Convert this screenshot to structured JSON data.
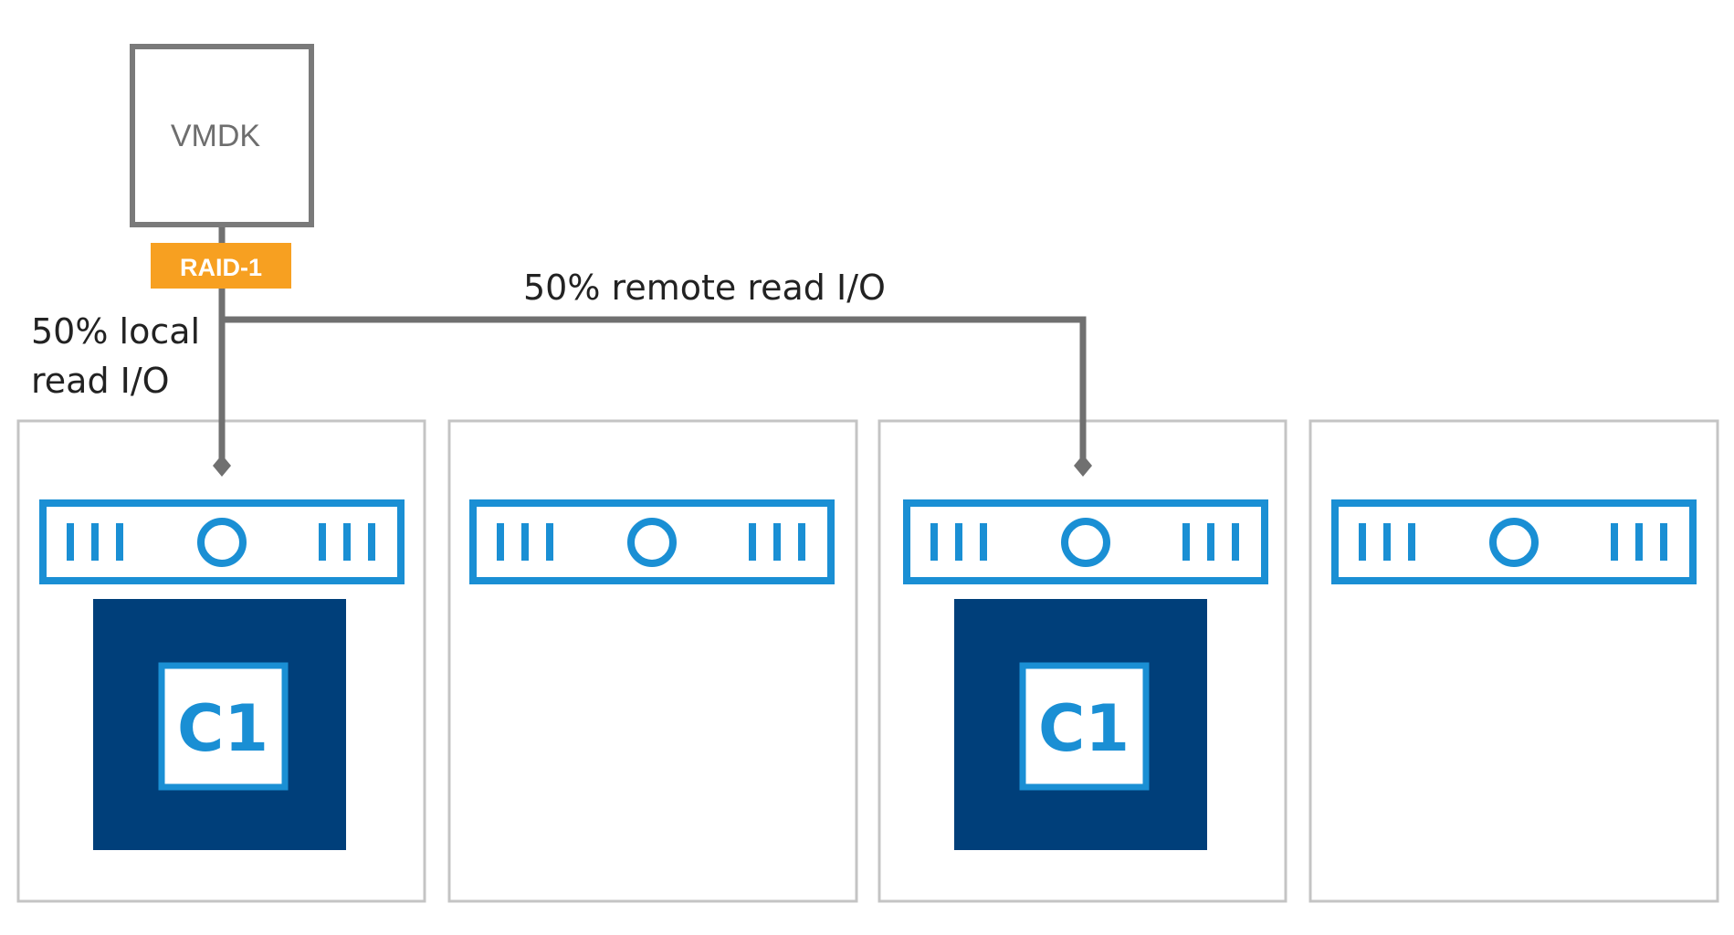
{
  "vmdk": {
    "label": "VMDK"
  },
  "raid": {
    "label": "RAID-1"
  },
  "local_io": {
    "line1": "50% local",
    "line2": "read I/O"
  },
  "remote_io": {
    "label": "50% remote read I/O"
  },
  "hosts": [
    {
      "disk": {
        "left_bars": "III",
        "right_bars": "III"
      },
      "component": "C1"
    },
    {
      "disk": {
        "left_bars": "III",
        "right_bars": "III"
      },
      "component": ""
    },
    {
      "disk": {
        "left_bars": "III",
        "right_bars": "III"
      },
      "component": "C1"
    },
    {
      "disk": {
        "left_bars": "III",
        "right_bars": "III"
      },
      "component": ""
    }
  ],
  "colors": {
    "line": "#707070",
    "host_border": "#c4c4c4",
    "vmdk_border": "#7a7a7a",
    "vmdk_text": "#6e6e6e",
    "raid_bg": "#f7a021",
    "raid_text": "#ffffff",
    "disk_blue": "#1a8fd4",
    "component_navy": "#003f7a",
    "component_text": "#1a8fd4",
    "label_text": "#222222"
  }
}
